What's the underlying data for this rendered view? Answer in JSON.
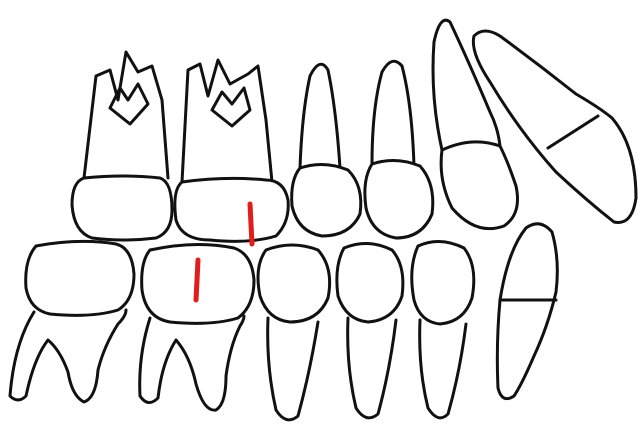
{
  "colors": {
    "ink": "#111111",
    "marker": "#e31b1b",
    "background": "#ffffff"
  },
  "upper_arch": {
    "teeth": [
      {
        "id": "upper-first-molar"
      },
      {
        "id": "upper-second-premolar"
      },
      {
        "id": "upper-first-premolar"
      },
      {
        "id": "upper-canine"
      },
      {
        "id": "upper-lateral-incisor"
      },
      {
        "id": "upper-central-incisor"
      }
    ]
  },
  "lower_arch": {
    "teeth": [
      {
        "id": "lower-second-molar"
      },
      {
        "id": "lower-first-molar"
      },
      {
        "id": "lower-second-premolar"
      },
      {
        "id": "lower-first-premolar"
      },
      {
        "id": "lower-canine"
      },
      {
        "id": "lower-incisor"
      }
    ]
  },
  "markers": [
    {
      "id": "upper-reference-line"
    },
    {
      "id": "lower-reference-line"
    }
  ]
}
